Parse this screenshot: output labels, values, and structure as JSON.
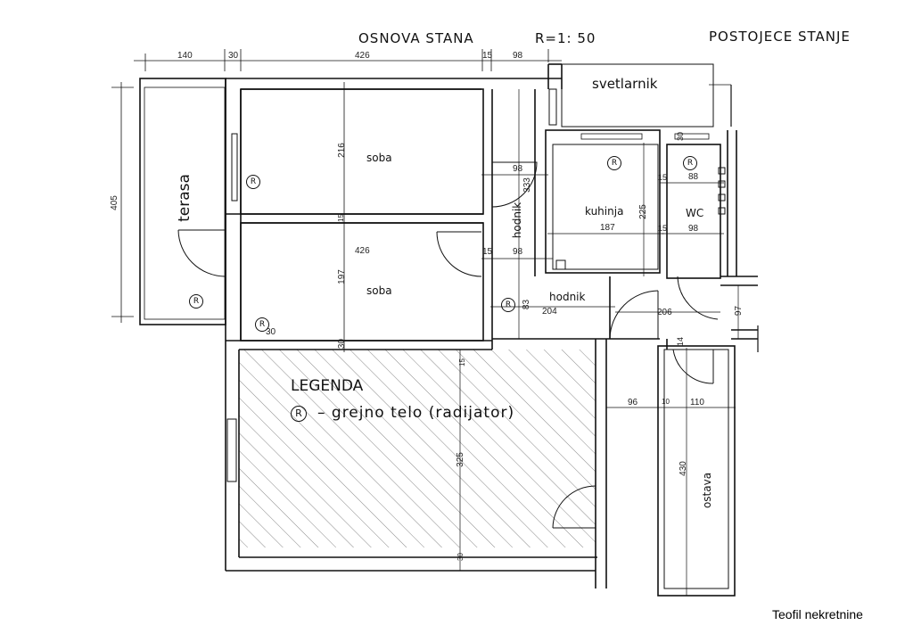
{
  "header": {
    "title": "OSNOVA STANA",
    "scale": "R=1: 50",
    "status": "POSTOJECE STANJE"
  },
  "rooms": {
    "terasa": "terasa",
    "soba_top": "soba",
    "soba_bottom": "soba",
    "hodnik_vertical": "hodnik",
    "hodnik_horizontal": "hodnik",
    "kuhinja": "kuhinja",
    "wc": "WC",
    "svetlarnik": "svetlarnik",
    "ostava": "ostava"
  },
  "legend": {
    "title": "LEGENDA",
    "symbol": "R",
    "description": "– grejno telo (radijator)"
  },
  "dimensions": {
    "top": [
      "140",
      "30",
      "426",
      "15",
      "98"
    ],
    "terasa_height": "405",
    "soba_top_height": "216",
    "wall_15_a": "15",
    "soba_top_right_width": "98",
    "hodnik_length": "333",
    "soba_bottom_width": "426",
    "soba_bottom_wall": "15",
    "soba_bottom_right": "98",
    "soba_bottom_height": "197",
    "wall_30_bottom": "30",
    "wall_30_radiator": "30",
    "hodnik_83": "83",
    "hodnik_204": "204",
    "kuhinja_height": "225",
    "kuhinja_width": "187",
    "kuhinja_wall_a": "15",
    "kuhinja_wall_b": "15",
    "wc_top": "88",
    "wc_bottom": "98",
    "wc_top_wall": "30",
    "hodnik_206": "206",
    "right_97": "97",
    "ostava_14": "14",
    "ostava_96": "96",
    "ostava_10": "10",
    "ostava_110": "110",
    "ostava_430": "430",
    "living_15": "15",
    "living_325": "325",
    "living_30": "30"
  },
  "radiators": [
    {
      "room": "soba_top",
      "symbol": "R"
    },
    {
      "room": "soba_bottom",
      "symbol": "R"
    },
    {
      "room": "terasa",
      "symbol": "R"
    },
    {
      "room": "hodnik",
      "symbol": "R"
    },
    {
      "room": "kuhinja",
      "symbol": "R"
    },
    {
      "room": "wc",
      "symbol": "R"
    }
  ],
  "footer": {
    "brand": "Teofil nekretnine"
  }
}
